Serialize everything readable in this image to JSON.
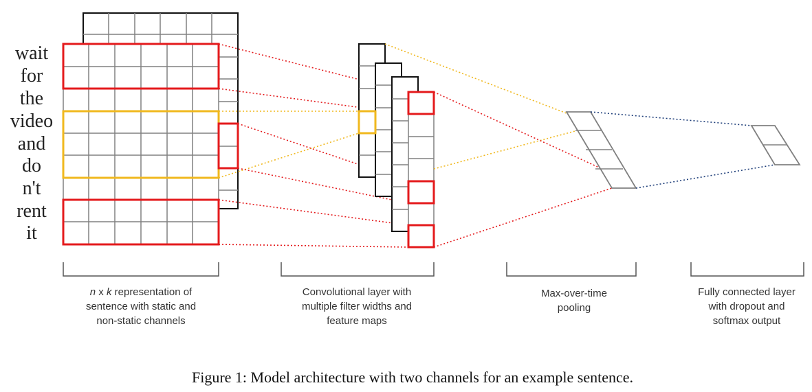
{
  "words": [
    "wait",
    "for",
    "the",
    "video",
    "and",
    "do",
    "n't",
    "rent",
    "it"
  ],
  "labels": {
    "representation": {
      "line1_n": "n",
      "line1_x": " x ",
      "line1_k": "k",
      "line1_rest": " representation of",
      "line2": "sentence with static and",
      "line3": "non-static channels"
    },
    "conv": [
      "Convolutional layer with",
      "multiple filter widths and",
      "feature maps"
    ],
    "pool": [
      "Max-over-time",
      "pooling"
    ],
    "fc": [
      "Fully connected layer",
      "with dropout and",
      "softmax output"
    ]
  },
  "caption": "Figure 1: Model architecture with two channels for an example sentence.",
  "colors": {
    "highlight_red": "#e41a1c",
    "highlight_yellow": "#f0b81e",
    "connector_blue": "#1f3f7a",
    "grid_gray": "#808080"
  }
}
